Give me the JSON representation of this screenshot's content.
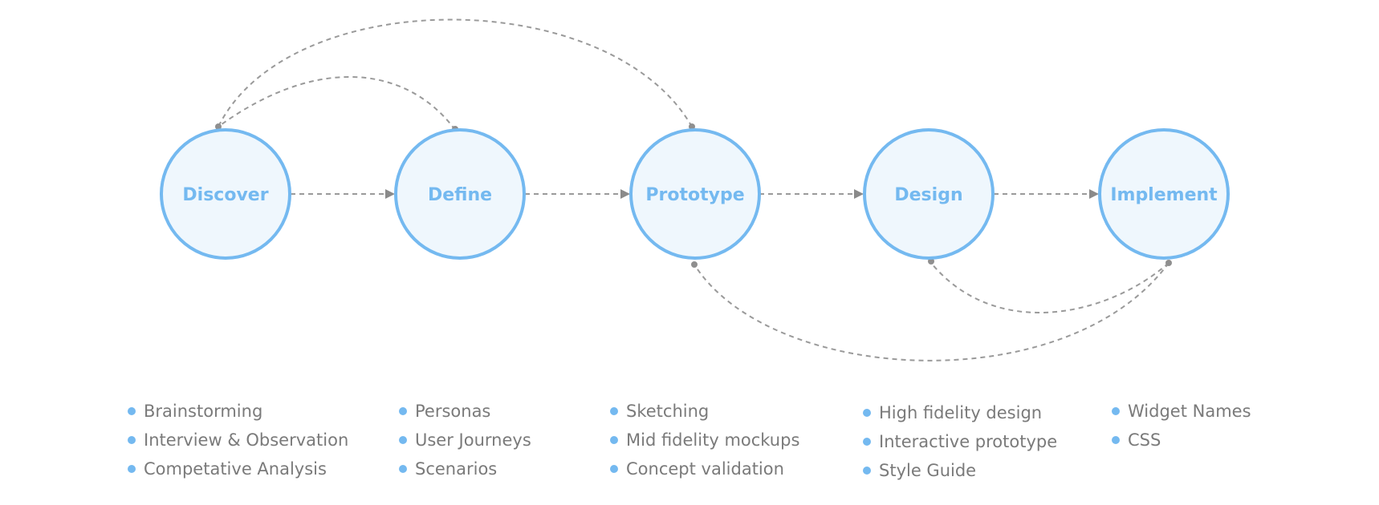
{
  "colors": {
    "node_fill": "#eff7fd",
    "node_stroke": "#74b9f0",
    "node_text": "#74b9f0",
    "edge": "#9a9a9a",
    "bullet": "#74b9f0",
    "list_text": "#7a7a7a"
  },
  "stages": [
    {
      "label": "Discover",
      "items": [
        "Brainstorming",
        "Interview & Observation",
        "Competative Analysis"
      ]
    },
    {
      "label": "Define",
      "items": [
        "Personas",
        "User Journeys",
        "Scenarios"
      ]
    },
    {
      "label": "Prototype",
      "items": [
        "Sketching",
        "Mid fidelity mockups",
        "Concept validation"
      ]
    },
    {
      "label": "Design",
      "items": [
        "High fidelity design",
        "Interactive prototype",
        "Style Guide"
      ]
    },
    {
      "label": "Implement",
      "items": [
        "Widget Names",
        "CSS"
      ]
    }
  ]
}
